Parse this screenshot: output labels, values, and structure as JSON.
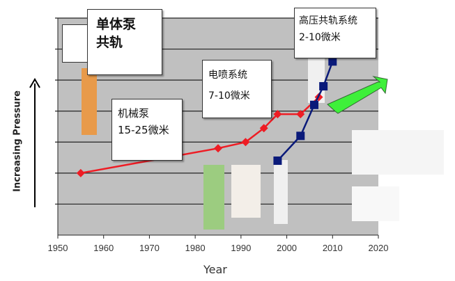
{
  "chart_data": {
    "type": "line",
    "title": "",
    "xlabel": "Year",
    "ylabel": "Increasing Pressure",
    "xlim": [
      1950,
      2020
    ],
    "ylim": [
      0,
      7
    ],
    "x_ticks": [
      "1950",
      "1960",
      "1970",
      "1980",
      "1990",
      "2000",
      "2010",
      "2020"
    ],
    "grid": true,
    "legend_position": "top-left",
    "series": [
      {
        "name": "单体泵",
        "color": "#ee1c24",
        "marker": "diamond",
        "x": [
          1955,
          1985,
          1991,
          1995,
          1998,
          2003,
          2007
        ],
        "y": [
          2.0,
          2.8,
          3.0,
          3.45,
          3.9,
          3.9,
          4.45
        ]
      },
      {
        "name": "共轨",
        "color": "#0a1a7a",
        "marker": "square",
        "x": [
          1998,
          2003,
          2006,
          2008,
          2010
        ],
        "y": [
          2.4,
          3.2,
          4.2,
          4.8,
          5.6
        ]
      }
    ],
    "annotations": [
      {
        "title": "机械泵",
        "text": "15-25微米"
      },
      {
        "title": "电喷系统",
        "text": "7-10微米"
      },
      {
        "title": "高压共轨系统",
        "text": "2-10微米"
      }
    ]
  },
  "colors": {
    "plot_bg": "#c0c0c0",
    "arrow": "#3ef03a"
  }
}
